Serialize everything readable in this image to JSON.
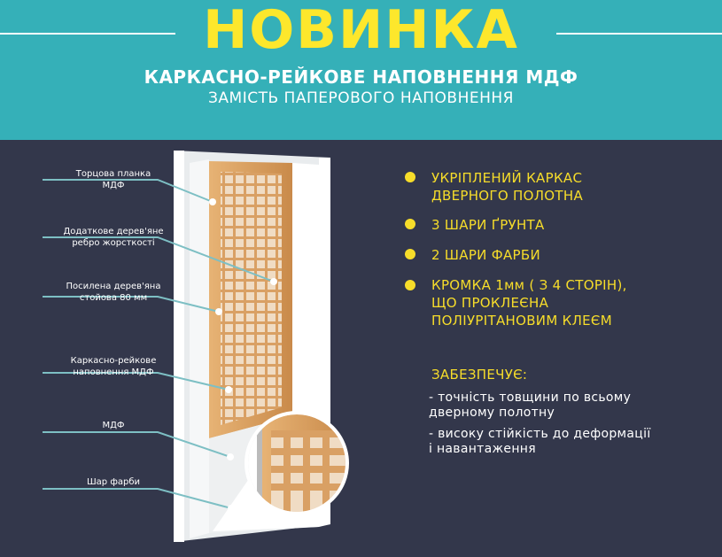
{
  "header": {
    "title": "НОВИНКА",
    "subtitle": "КАРКАСНО-РЕЙКОВЕ НАПОВНЕННЯ МДФ",
    "subtitle2": "ЗАМІСТЬ ПАПЕРОВОГО НАПОВНЕННЯ"
  },
  "labels": [
    {
      "line1": "Торцова планка",
      "line2": "МДФ"
    },
    {
      "line1": "Додаткове дерев'яне",
      "line2": "ребро жорсткості"
    },
    {
      "line1": "Посилена дерев'яна",
      "line2": "стойова 80 мм"
    },
    {
      "line1": "Каркасно-рейкове",
      "line2": "наповнення МДФ"
    },
    {
      "line1": "МДФ",
      "line2": ""
    },
    {
      "line1": "Шар фарби",
      "line2": ""
    }
  ],
  "features": [
    {
      "line1": "УКРІПЛЕНИЙ КАРКАС",
      "line2": "ДВЕРНОГО ПОЛОТНА",
      "line3": ""
    },
    {
      "line1": "3 ШАРИ ҐРУНТА",
      "line2": "",
      "line3": ""
    },
    {
      "line1": "2 ШАРИ ФАРБИ",
      "line2": "",
      "line3": ""
    },
    {
      "line1": "КРОМКА 1мм ( З 4 СТОРІН),",
      "line2": "ЩО ПРОКЛЕЄНА",
      "line3": "ПОЛІУРІТАНОВИМ КЛЕЄМ"
    }
  ],
  "provides": {
    "heading": "ЗАБЕЗПЕЧУЄ:",
    "items": [
      {
        "line1": "- точність товщини по всьому",
        "line2": "дверному полотну"
      },
      {
        "line1": "- високу стійкість до деформації",
        "line2": "і навантаження"
      }
    ]
  },
  "colors": {
    "header_bg": "#35b0b8",
    "body_bg": "#33374b",
    "accent": "#f7dd2a",
    "title": "#fde72c"
  }
}
